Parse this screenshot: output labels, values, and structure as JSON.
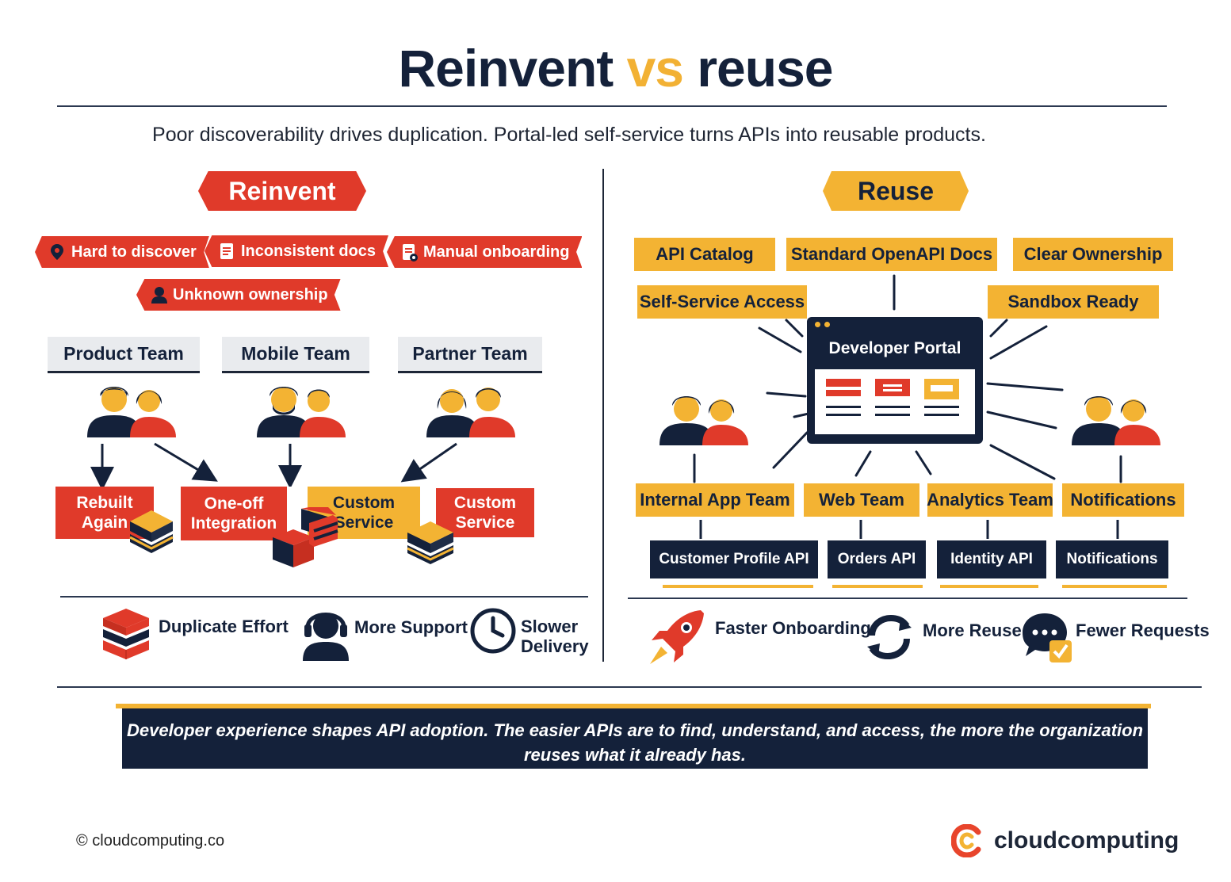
{
  "header": {
    "title_part1": "Reinvent",
    "title_vs": "vs",
    "title_part2": "reuse",
    "subtitle": "Poor discoverability drives duplication. Portal-led self-service turns APIs into reusable products."
  },
  "reinvent": {
    "banner": "Reinvent",
    "pain_points": [
      "Hard to discover",
      "Inconsistent docs",
      "Manual onboarding",
      "Unknown ownership"
    ],
    "teams": [
      "Product Team",
      "Mobile Team",
      "Partner Team"
    ],
    "outcomes": [
      "Rebuilt Again",
      "One-off Integration",
      "Custom Service",
      "Custom Service"
    ],
    "effects": [
      "Duplicate Effort",
      "More Support",
      "Slower Delivery"
    ]
  },
  "reuse": {
    "banner": "Reuse",
    "features": [
      "API Catalog",
      "Standard OpenAPI Docs",
      "Clear Ownership",
      "Self-Service Access",
      "Sandbox Ready"
    ],
    "portal_title": "Developer Portal",
    "teams": [
      "Internal App Team",
      "Web Team",
      "Analytics Team",
      "Notifications"
    ],
    "apis": [
      "Customer Profile API",
      "Orders API",
      "Identity API",
      "Notifications"
    ],
    "benefits": [
      "Faster Onboarding",
      "More Reuse",
      "Fewer Requests"
    ]
  },
  "footer": {
    "message_line1": "Developer experience shapes API adoption. The easier APIs are to find, understand, and access, the more the organization",
    "message_line2": "reuses what it already has.",
    "copyright": "© cloudcomputing.co",
    "brand": "cloudcomputing"
  },
  "colors": {
    "navy": "#14213a",
    "red": "#e03a2a",
    "gold": "#f3b333"
  }
}
